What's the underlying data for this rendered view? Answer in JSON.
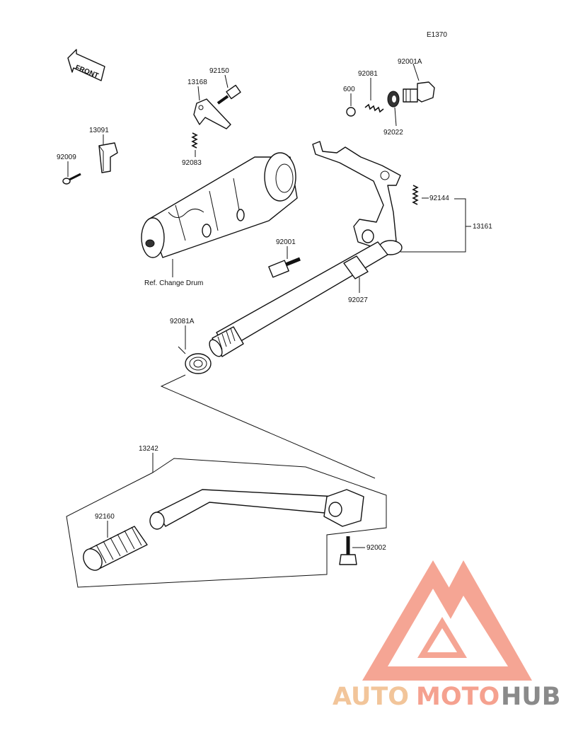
{
  "diagram_code": "E1370",
  "front_arrow_label": "FRONT",
  "parts": {
    "p92150": "92150",
    "p13168": "13168",
    "p92083": "92083",
    "p13091": "13091",
    "p92009": "92009",
    "p92081": "92081",
    "p600": "600",
    "p92001A": "92001A",
    "p92022": "92022",
    "p92144": "92144",
    "p13161": "13161",
    "p92001": "92001",
    "p92027": "92027",
    "p92081A": "92081A",
    "p13242": "13242",
    "p92160": "92160",
    "p92002": "92002"
  },
  "ref_change_drum": "Ref. Change Drum",
  "watermark": {
    "part1": "AUTO",
    "part2": "MOTO",
    "part3": "HUB",
    "color_primary": "#f5a18f",
    "color_secondary": "#f2c59a",
    "color_dark": "#8a8a8a"
  }
}
